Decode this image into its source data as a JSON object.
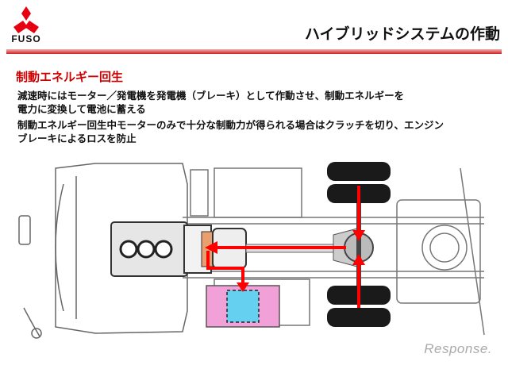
{
  "brand": {
    "logo_text": "FUSO",
    "logo_icon": "mitsubishi-three-diamonds-icon",
    "accent_color": "#cc0000"
  },
  "header": {
    "title": "ハイブリッドシステムの作動"
  },
  "section": {
    "heading": "制動エネルギー回生"
  },
  "bullets": [
    "減速時にはモーター／発電機を発電機（ブレーキ）として作動させ、制動エネルギーを",
    "電力に変換して電池に蓄える",
    "制動エネルギー回生中モーターのみで十分な制動力が得られる場合はクラッチを切り、エンジン",
    "ブレーキによるロスを防止"
  ],
  "diagram": {
    "subject": "truck chassis top view",
    "flow_color": "#ff0000",
    "battery_color": "#f2a0d8",
    "battery_inner_color": "#66d0f0"
  },
  "watermark": {
    "text": "Response."
  }
}
